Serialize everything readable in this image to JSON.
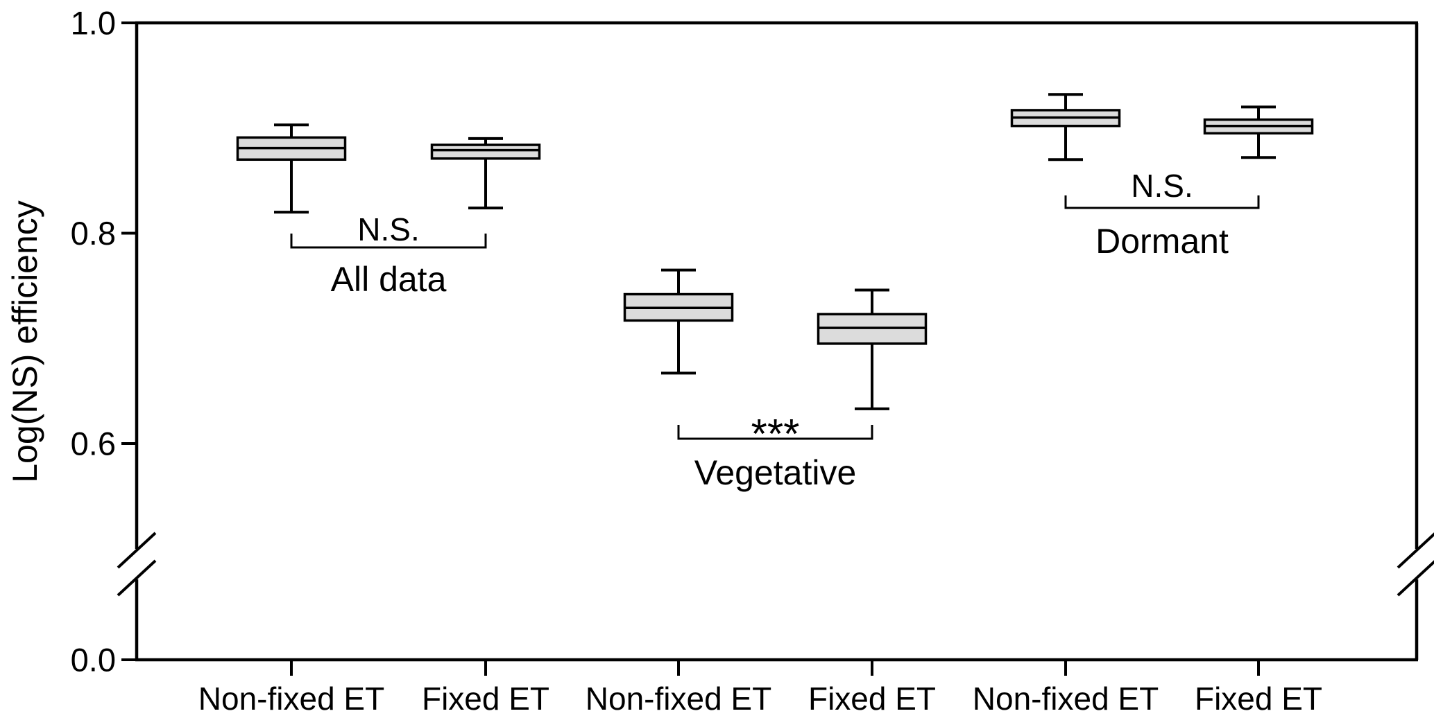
{
  "chart_data": {
    "type": "box",
    "title": "",
    "xlabel": "",
    "ylabel": "Log(NS) efficiency",
    "ylim": [
      0.0,
      1.0
    ],
    "grid": false,
    "legend": "none",
    "y_ticks": [
      {
        "value": 1.0,
        "label": "1.0"
      },
      {
        "value": 0.8,
        "label": "0.8"
      },
      {
        "value": 0.6,
        "label": "0.6"
      },
      {
        "value": 0.0,
        "label": "0.0"
      }
    ],
    "y_axis_break": {
      "present": true,
      "between_values": [
        0.05,
        0.55
      ],
      "style": "double slash marks on left and right axes"
    },
    "box_fill_color": "#dcdcdc",
    "line_color": "#000000",
    "groups": [
      {
        "label": "All data",
        "significance": "N.S.",
        "boxes": [
          {
            "category": "Non-fixed ET",
            "whisker_high": 0.903,
            "q3": 0.891,
            "median": 0.881,
            "q1": 0.87,
            "whisker_low": 0.82
          },
          {
            "category": "Fixed ET",
            "whisker_high": 0.89,
            "q3": 0.884,
            "median": 0.879,
            "q1": 0.871,
            "whisker_low": 0.824
          }
        ]
      },
      {
        "label": "Vegetative",
        "significance": "***",
        "boxes": [
          {
            "category": "Non-fixed ET",
            "whisker_high": 0.765,
            "q3": 0.742,
            "median": 0.729,
            "q1": 0.717,
            "whisker_low": 0.667
          },
          {
            "category": "Fixed ET",
            "whisker_high": 0.746,
            "q3": 0.723,
            "median": 0.71,
            "q1": 0.695,
            "whisker_low": 0.633
          }
        ]
      },
      {
        "label": "Dormant",
        "significance": "N.S.",
        "boxes": [
          {
            "category": "Non-fixed ET",
            "whisker_high": 0.932,
            "q3": 0.917,
            "median": 0.91,
            "q1": 0.902,
            "whisker_low": 0.87
          },
          {
            "category": "Fixed ET",
            "whisker_high": 0.92,
            "q3": 0.908,
            "median": 0.902,
            "q1": 0.895,
            "whisker_low": 0.872
          }
        ]
      }
    ]
  }
}
